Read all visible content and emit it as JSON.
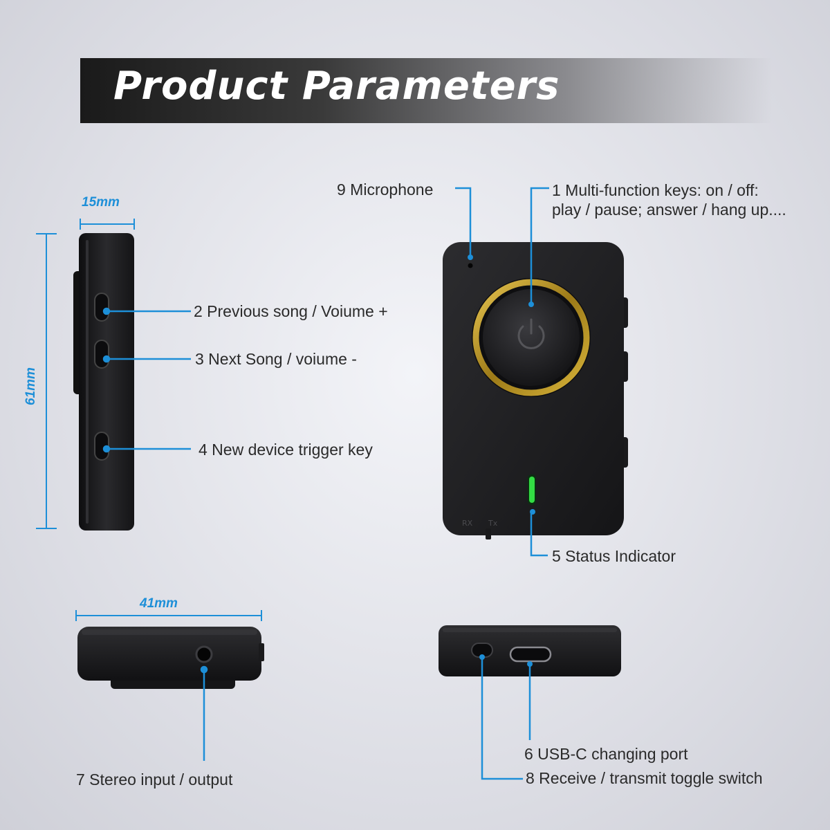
{
  "header": {
    "title": "Product Parameters"
  },
  "dimensions": {
    "thickness": "15mm",
    "height": "61mm",
    "width": "41mm"
  },
  "callouts": {
    "microphone": "9 Microphone",
    "multifunction_line1": "1 Multi-function keys: on / off:",
    "multifunction_line2": "play / pause; answer / hang up....",
    "previous_song": "2 Previous song / Voiume +",
    "next_song": "3 Next Song / voiume -",
    "new_device": "4 New device trigger key",
    "status_indicator": "5 Status Indicator",
    "stereo_io": "7 Stereo input / output",
    "usb_c": "6 USB-C changing port",
    "toggle_switch": "8 Receive / transmit toggle switch"
  },
  "device": {
    "switch_label_rx": "RX",
    "switch_label_tx": "Tx"
  },
  "colors": {
    "accent_blue": "#1d8fd8",
    "ring_gold": "#c9a227",
    "led_green": "#33dd44",
    "device_black": "#1b1b1d"
  }
}
